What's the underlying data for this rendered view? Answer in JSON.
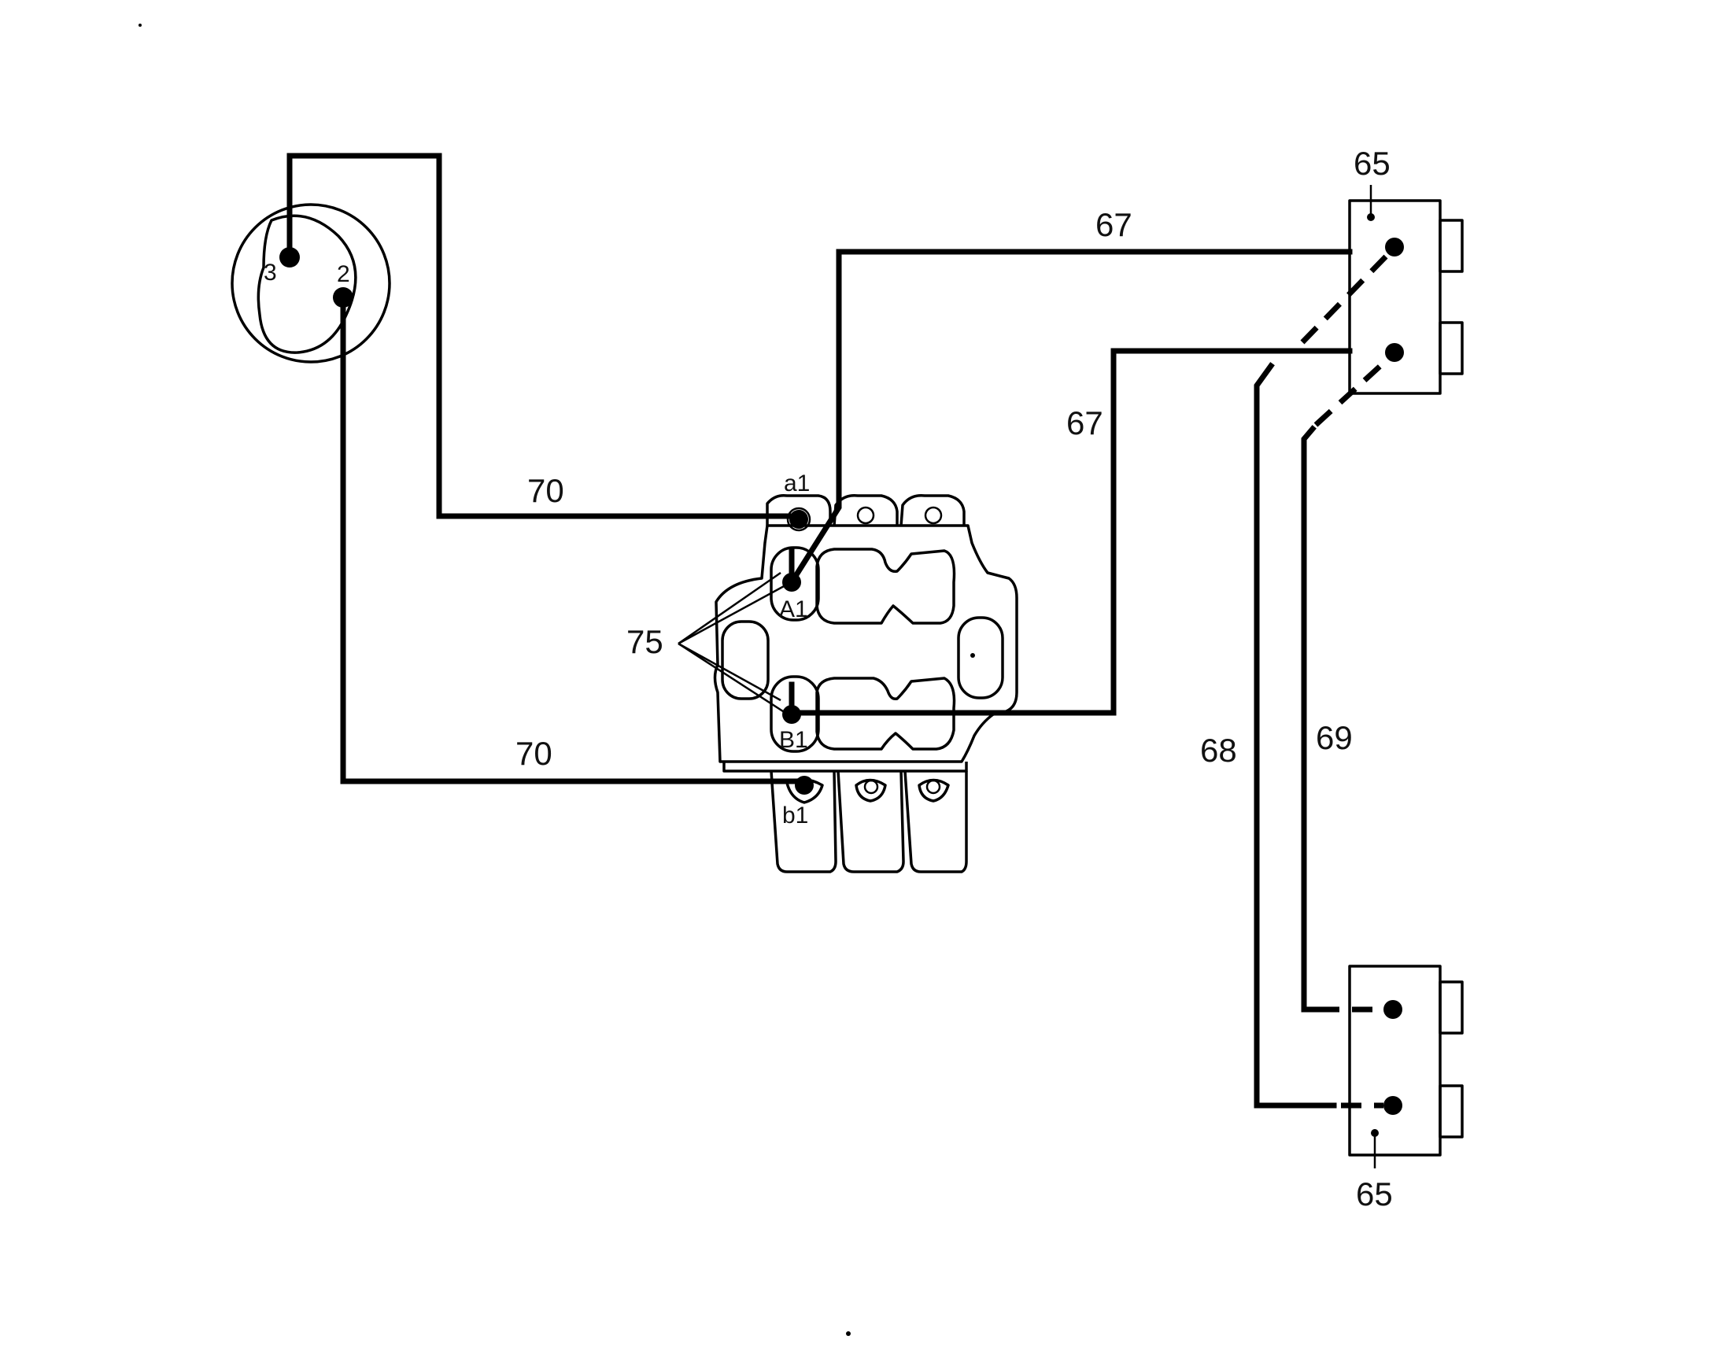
{
  "labels": {
    "sensor_pin_3": "3",
    "sensor_pin_2": "2",
    "line_70_upper": "70",
    "line_70_lower": "70",
    "line_67_upper": "67",
    "line_67_middle": "67",
    "line_68": "68",
    "line_69": "69",
    "callout_75": "75",
    "port_a1": "a1",
    "port_A1": "A1",
    "port_B1": "B1",
    "port_b1": "b1",
    "switch_top": "65",
    "switch_bottom": "65"
  },
  "colors": {
    "ink": "#000000",
    "background": "#ffffff"
  }
}
